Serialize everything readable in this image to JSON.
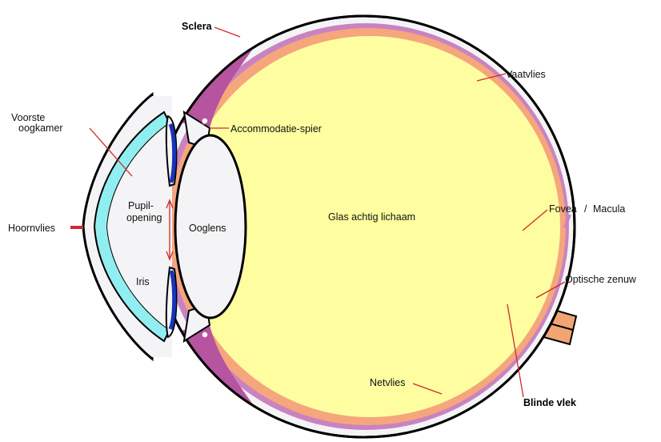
{
  "labels": {
    "sclera": "Sclera",
    "vaatvlies": "Vaatvlies",
    "voorste_line1": "Voorste",
    "voorste_line2": "oogkamer",
    "accommodatie": "Accommodatie-spier",
    "fovea": "Fovea",
    "fovea_sep": "/",
    "macula": "Macula",
    "hoornvlies": "Hoornvlies",
    "pupil_line1": "Pupil-",
    "pupil_line2": "opening",
    "ooglens": "Ooglens",
    "glasachtig": "Glas achtig lichaam",
    "iris": "Iris",
    "optische": "Optische zenuw",
    "netvlies": "Netvlies",
    "blinde": "Blinde vlek"
  },
  "colors": {
    "sclera_white": "#f4f4f6",
    "vitreous": "#fefea0",
    "retina": "#f5a67c",
    "choroid": "#c983c1",
    "ciliary": "#b6549f",
    "cornea": "#91eef0",
    "iris": "#1834b8",
    "leader": "#d02a2a",
    "nerve": "#f1a574",
    "outline": "#000000"
  },
  "icons": [
    "eye-cross-section"
  ]
}
